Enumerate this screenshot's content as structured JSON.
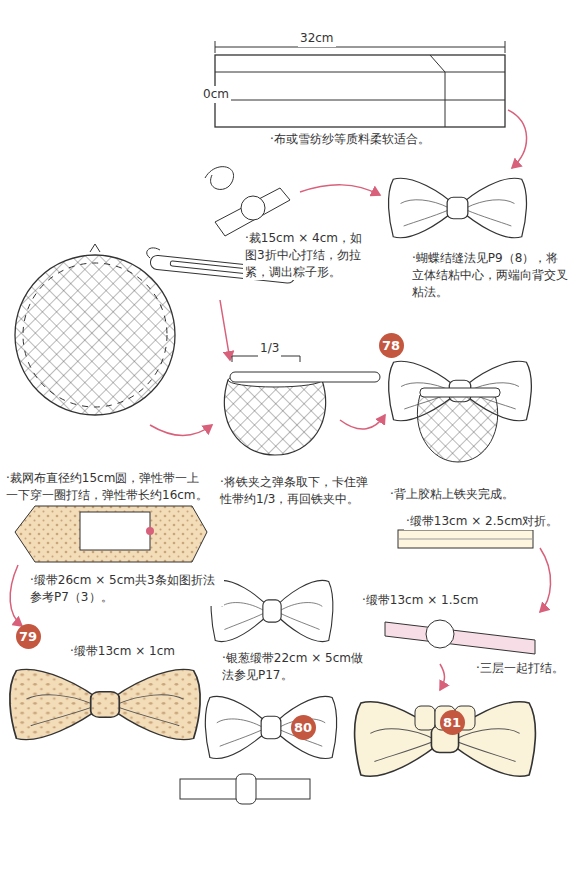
{
  "diagram": {
    "nodes": [
      {
        "text": [
          "78"
        ]
      },
      {
        "text": [
          "79"
        ]
      },
      {
        "text": [
          "80"
        ]
      },
      {
        "text": [
          "81"
        ]
      }
    ],
    "labels": [
      "32cm",
      "0cm",
      "·布或雪纺纱等质料柔软适合。",
      "·裁15cm × 4cm，如图3折中心打结，勿拉紧，调出粽子形。",
      "·蝴蝶结缝法见P9（8），将立体结粘中心，两端向背交叉粘法。",
      "1/3",
      "·裁网布直径约15cm圆，弹性带一上一下穿一圈打结，弹性带长约16cm。",
      "·将铁夹之弹条取下，卡住弹性带约1/3，再回铁夹中。",
      "·背上胶粘上铁夹完成。",
      "·缎带13cm × 2.5cm对折。",
      "·缎带13cm × 1.5cm",
      "·三层一起打结。",
      "·缎带26cm × 5cm共3条如图折法参考P7（3）。",
      "·缎带13cm × 1cm",
      "·银葱缎带22cm × 5cm做法参见P17。"
    ]
  }
}
